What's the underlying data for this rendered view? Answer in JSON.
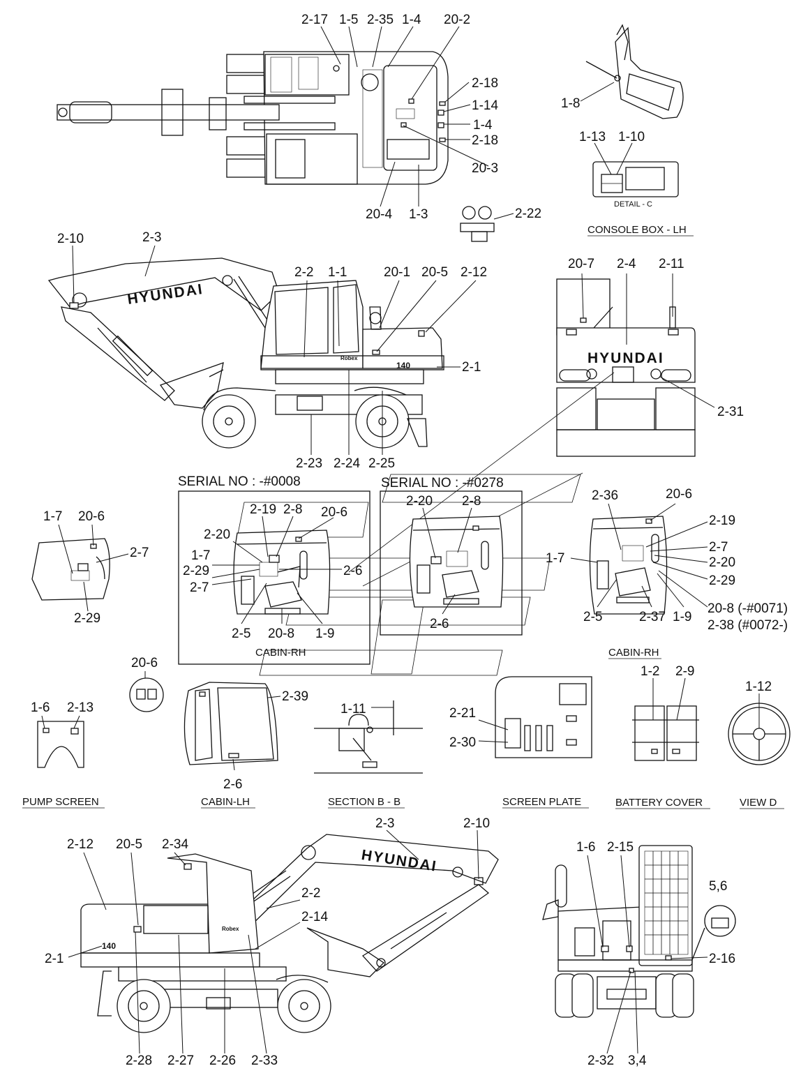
{
  "brand": {
    "boom_logo": "HYUNDAI",
    "rear_logo": "HYUNDAI",
    "model_badge": "140",
    "cab_badge": "Robex"
  },
  "views": {
    "console_box_lh": "CONSOLE BOX - LH",
    "detail_c": "DETAIL - C",
    "cabin_rh": "CABIN-RH",
    "cabin_rh_2": "CABIN-RH",
    "pump_screen": "PUMP SCREEN",
    "cabin_lh": "CABIN-LH",
    "section_bb": "SECTION B - B",
    "screen_plate": "SCREEN PLATE",
    "battery_cover": "BATTERY COVER",
    "view_d": "VIEW  D",
    "serial_a": "SERIAL NO : -#0008",
    "serial_b": "SERIAL NO : -#0278"
  },
  "refs": {
    "top_2_17": "2-17",
    "top_1_5": "1-5",
    "top_2_35": "2-35",
    "top_1_4a": "1-4",
    "top_20_2": "20-2",
    "top_2_18a": "2-18",
    "top_1_14": "1-14",
    "top_1_4b": "1-4",
    "top_2_18b": "2-18",
    "top_20_3": "20-3",
    "top_20_4": "20-4",
    "top_1_3": "1-3",
    "top_2_22": "2-22",
    "con_1_8": "1-8",
    "con_1_13": "1-13",
    "con_1_10": "1-10",
    "side_2_10": "2-10",
    "side_2_3": "2-3",
    "side_2_2": "2-2",
    "side_1_1": "1-1",
    "side_20_1": "20-1",
    "side_20_5": "20-5",
    "side_2_12": "2-12",
    "side_2_1": "2-1",
    "side_2_23": "2-23",
    "side_2_24": "2-24",
    "side_2_25": "2-25",
    "rear_20_7": "20-7",
    "rear_2_4": "2-4",
    "rear_2_11": "2-11",
    "rear_2_31": "2-31",
    "cl_1_7": "1-7",
    "cl_20_6": "20-6",
    "cl_2_7": "2-7",
    "cl_2_29": "2-29",
    "ca_2_19": "2-19",
    "ca_2_8": "2-8",
    "ca_20_6": "20-6",
    "ca_2_20": "2-20",
    "ca_1_7": "1-7",
    "ca_2_29": "2-29",
    "ca_2_6": "2-6",
    "ca_2_7": "2-7",
    "ca_2_5": "2-5",
    "ca_20_8": "20-8",
    "ca_1_9": "1-9",
    "cb_2_20": "2-20",
    "cb_2_8": "2-8",
    "cb_2_6": "2-6",
    "cr_2_36": "2-36",
    "cr_20_6": "20-6",
    "cr_2_19": "2-19",
    "cr_1_7": "1-7",
    "cr_2_7": "2-7",
    "cr_2_20": "2-20",
    "cr_2_29": "2-29",
    "cr_2_5": "2-5",
    "cr_2_37": "2-37",
    "cr_1_9": "1-9",
    "cr_20_8": "20-8 (-#0071)",
    "cr_2_38": "2-38 (#0072-)",
    "sm_20_6": "20-6",
    "sm_1_6": "1-6",
    "sm_2_13": "2-13",
    "sm_2_39": "2-39",
    "sm_2_6": "2-6",
    "sm_1_11": "1-11",
    "sm_2_21": "2-21",
    "sm_2_30": "2-30",
    "sm_1_2": "1-2",
    "sm_2_9": "2-9",
    "sm_1_12": "1-12",
    "bl_2_12": "2-12",
    "bl_20_5": "20-5",
    "bl_2_34": "2-34",
    "bl_2_3": "2-3",
    "bl_2_10": "2-10",
    "bl_2_2": "2-2",
    "bl_2_14": "2-14",
    "bl_2_1": "2-1",
    "bl_2_28": "2-28",
    "bl_2_27": "2-27",
    "bl_2_26": "2-26",
    "bl_2_33": "2-33",
    "br_1_6": "1-6",
    "br_2_15": "2-15",
    "br_5_6": "5,6",
    "br_2_16": "2-16",
    "br_2_32": "2-32",
    "br_3_4": "3,4"
  }
}
